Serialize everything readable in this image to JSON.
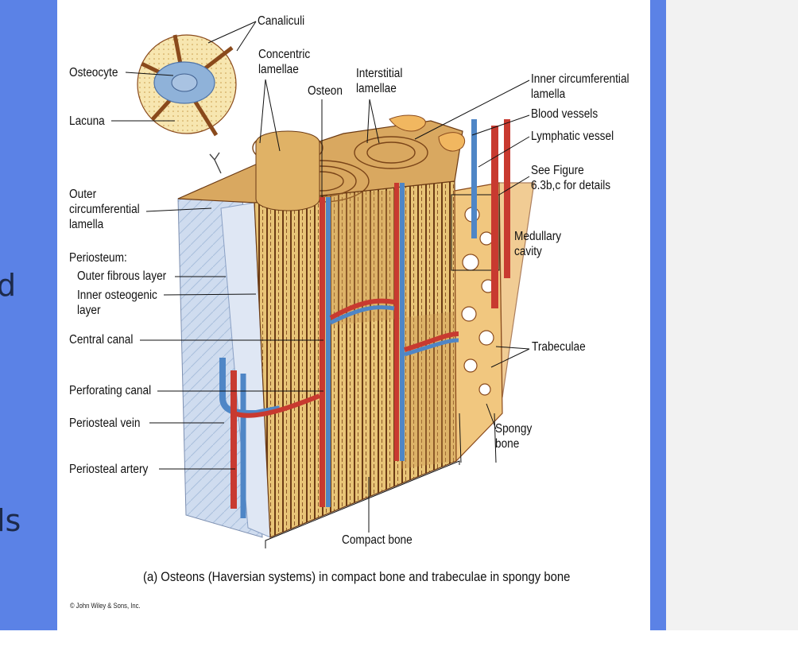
{
  "background_fragments": {
    "frag_a": "d",
    "frag_b": "ls"
  },
  "figure": {
    "labels": {
      "canaliculi": "Canaliculi",
      "osteocyte": "Osteocyte",
      "concentric_lamellae": "Concentric\nlamellae",
      "osteon": "Osteon",
      "interstitial_lamellae": "Interstitial\nlamellae",
      "lacuna": "Lacuna",
      "inner_circumferential_lamella": "Inner circumferential\nlamella",
      "blood_vessels": "Blood vessels",
      "lymphatic_vessel": "Lymphatic vessel",
      "see_figure": "See Figure\n6.3b,c for details",
      "outer_circumferential_lamella": "Outer\ncircumferential\nlamella",
      "medullary_cavity": "Medullary\ncavity",
      "periosteum": "Periosteum:",
      "outer_fibrous_layer": "Outer fibrous layer",
      "inner_osteogenic_layer": "Inner osteogenic\nlayer",
      "central_canal": "Central canal",
      "trabeculae": "Trabeculae",
      "perforating_canal": "Perforating canal",
      "periosteal_vein": "Periosteal vein",
      "spongy_bone": "Spongy\nbone",
      "periosteal_artery": "Periosteal artery",
      "compact_bone": "Compact bone"
    },
    "caption": "(a) Osteons (Haversian systems) in compact bone and trabeculae in spongy bone",
    "copyright": "© John Wiley & Sons, Inc."
  },
  "colors": {
    "slide_blue": "#5b82e6",
    "bone_tan": "#e9c57a",
    "bone_dark": "#8a4a1c",
    "artery_red": "#c83a30",
    "vein_blue": "#4f86c6",
    "periosteum_blue": "#c9d6ea"
  }
}
